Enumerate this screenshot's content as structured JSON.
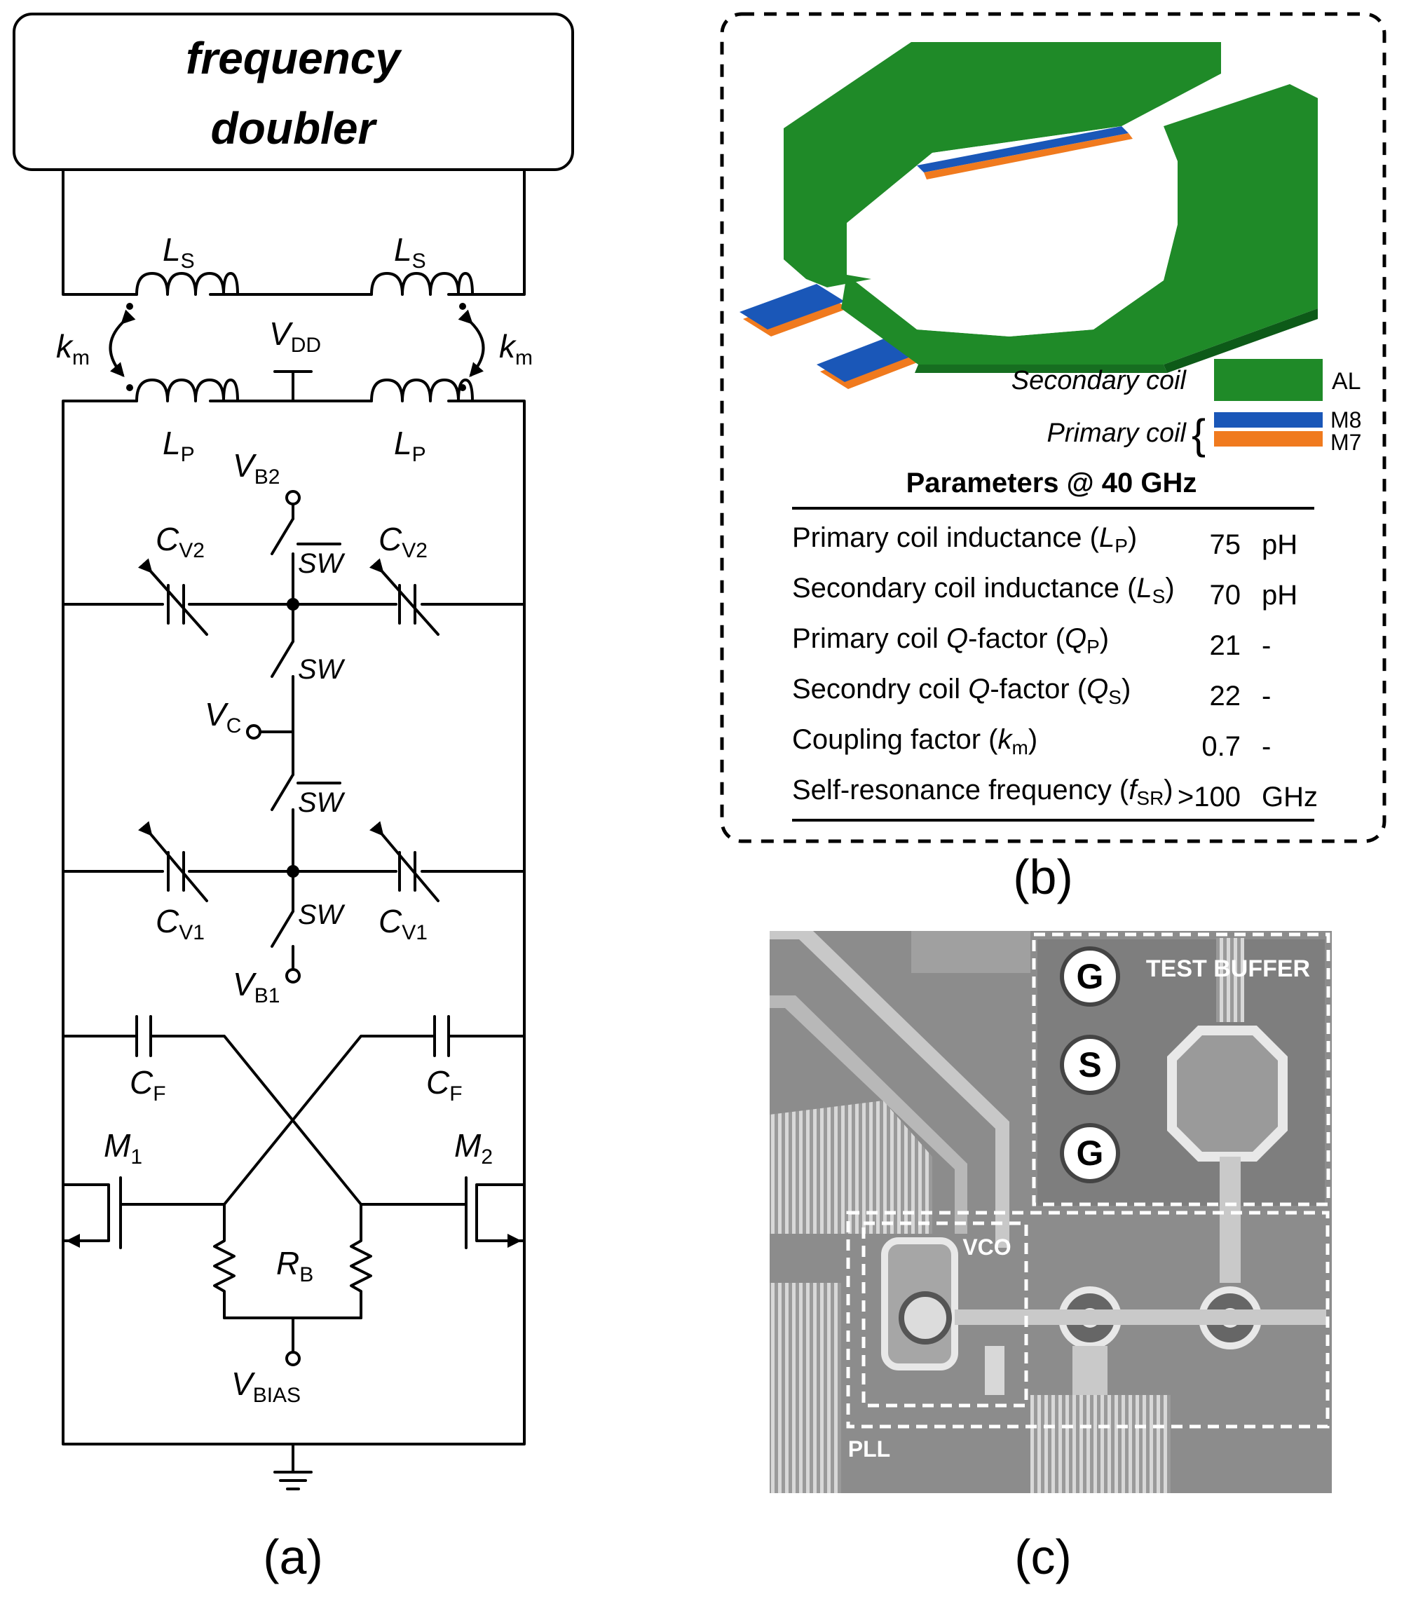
{
  "panel_a": {
    "caption": "(a)",
    "block": {
      "line1": "frequency",
      "line2": "doubler"
    },
    "ls": {
      "main": "L",
      "sub": "S"
    },
    "lp": {
      "main": "L",
      "sub": "P"
    },
    "km": {
      "main": "k",
      "sub": "m"
    },
    "vdd": {
      "main": "V",
      "sub": "DD"
    },
    "vb2": {
      "main": "V",
      "sub": "B2"
    },
    "vb1": {
      "main": "V",
      "sub": "B1"
    },
    "vc": {
      "main": "V",
      "sub": "C"
    },
    "cv2": {
      "main": "C",
      "sub": "V2"
    },
    "cv1": {
      "main": "C",
      "sub": "V1"
    },
    "cf": {
      "main": "C",
      "sub": "F"
    },
    "m1": {
      "main": "M",
      "sub": "1"
    },
    "m2": {
      "main": "M",
      "sub": "2"
    },
    "rb": {
      "main": "R",
      "sub": "B"
    },
    "vbias": {
      "main": "V",
      "sub": "BIAS"
    },
    "sw": "SW"
  },
  "panel_b": {
    "caption": "(b)",
    "legend": {
      "secondary": "Secondary coil",
      "primary": "Primary coil",
      "al": "AL",
      "m8": "M8",
      "m7": "M7"
    },
    "colors": {
      "green": "#1f8a28",
      "blue": "#1a57b8",
      "orange": "#f07a1e"
    },
    "table": {
      "title": "Parameters @ 40 GHz",
      "rows": [
        {
          "pre": "Primary coil inductance (",
          "sym": "L",
          "sub": "P",
          "post": ")",
          "value": "75",
          "unit": "pH"
        },
        {
          "pre": "Secondary coil inductance (",
          "sym": "L",
          "sub": "S",
          "post": ")",
          "value": "70",
          "unit": "pH"
        },
        {
          "pre": "Primary coil ",
          "sym": "Q",
          "mid": "-factor (",
          "sym2": "Q",
          "sub": "P",
          "post": ")",
          "value": "21",
          "unit": "-"
        },
        {
          "pre": "Secondry coil ",
          "sym": "Q",
          "mid": "-factor (",
          "sym2": "Q",
          "sub": "S",
          "post": ")",
          "value": "22",
          "unit": "-"
        },
        {
          "pre": "Coupling factor (",
          "sym": "k",
          "sub": "m",
          "post": ")",
          "value": "0.7",
          "unit": "-"
        },
        {
          "pre": "Self-resonance frequency (",
          "sym": "f",
          "sub": "SR",
          "post": ")",
          "value": ">100",
          "unit": "GHz"
        }
      ]
    }
  },
  "panel_c": {
    "caption": "(c)",
    "labels": {
      "test_buffer": "TEST BUFFER",
      "vco": "VCO",
      "pll": "PLL",
      "g1": "G",
      "s": "S",
      "g2": "G"
    }
  }
}
